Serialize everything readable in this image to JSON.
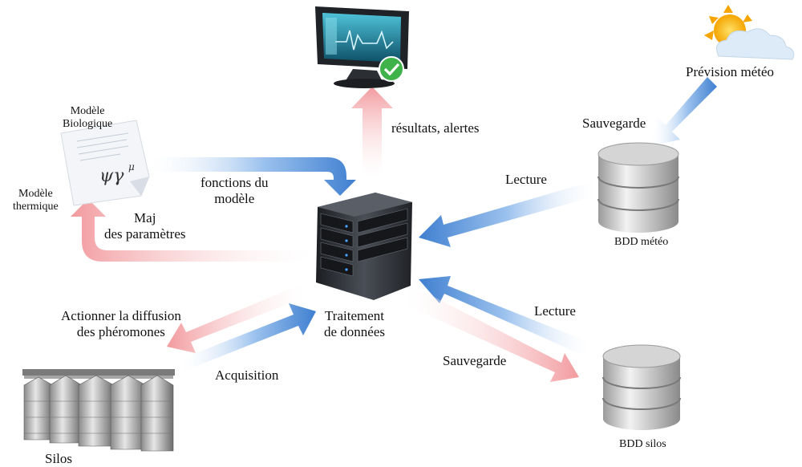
{
  "nodes": {
    "monitor": {
      "icon": "monitor-check-icon"
    },
    "weather": {
      "label": "Prévision météo",
      "icon": "sun-cloud-icon"
    },
    "model_doc": {
      "label_bio": "Modèle\nBiologique",
      "label_thermal": "Modèle\nthermique",
      "icon": "formula-document-icon"
    },
    "server": {
      "label": "Traitement\nde données",
      "icon": "server-icon"
    },
    "db_weather": {
      "label": "BDD météo",
      "icon": "database-icon"
    },
    "db_silos": {
      "label": "BDD silos",
      "icon": "database-icon"
    },
    "silos": {
      "label": "Silos",
      "icon": "silos-icon"
    }
  },
  "edges": {
    "results": "résultats, alertes",
    "model_functions": "fonctions du\nmodèle",
    "param_update": "Maj\ndes paramètres",
    "weather_save": "Sauvegarde",
    "weather_read": "Lecture",
    "pheromones": "Actionner la diffusion\ndes phéromones",
    "acquisition": "Acquisition",
    "silos_read": "Lecture",
    "silos_save": "Sauvegarde"
  },
  "colors": {
    "blue_arrow": "#3f7fd0",
    "red_arrow": "#f2a0a4",
    "server_dark": "#2a2d33",
    "db_gray": "#bfbfbf"
  }
}
